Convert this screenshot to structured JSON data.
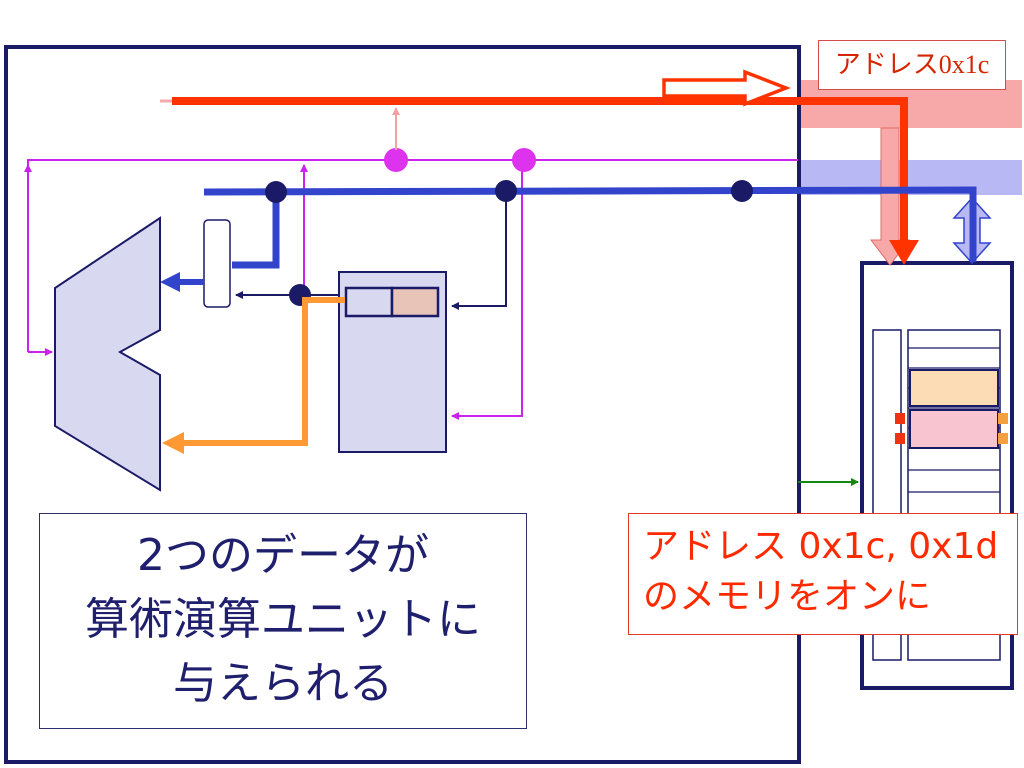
{
  "caption": {
    "lines": [
      "2つのデータが",
      "算術演算ユニットに",
      "与えられる"
    ]
  },
  "memory_note": {
    "lines": [
      "アドレス 0x1c, 0x1d",
      "のメモリをオンに"
    ]
  },
  "address_label": "アドレス0x1c",
  "colors": {
    "address_bus": "#ff3300",
    "data_bus": "#3344cc",
    "control_line": "#cc22ee",
    "alu_fill": "#d8d8f0",
    "orange_path": "#ff9933",
    "frame": "#1a1a66"
  }
}
